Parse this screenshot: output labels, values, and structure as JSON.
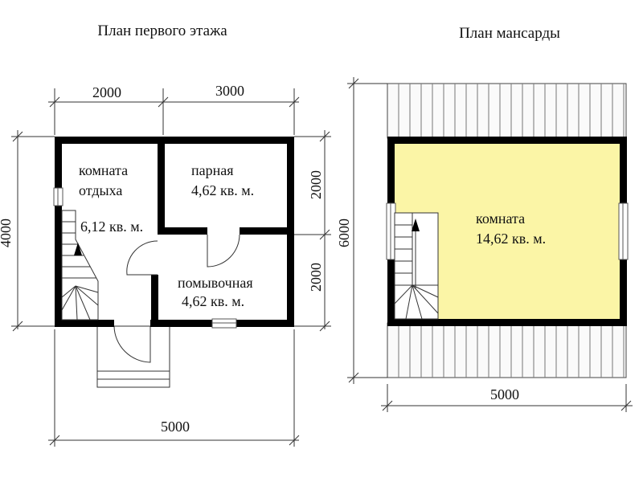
{
  "ground_floor": {
    "title": "План первого этажа",
    "dims": {
      "top_left": "2000",
      "top_right": "3000",
      "left": "4000",
      "right_top": "2000",
      "right_bottom": "2000",
      "bottom": "5000"
    },
    "rooms": {
      "rest": {
        "name_line1": "комната",
        "name_line2": "отдыха",
        "area": "6,12 кв. м."
      },
      "steam": {
        "name": "парная",
        "area": "4,62 кв. м."
      },
      "wash": {
        "name": "помывочная",
        "area": "4,62 кв. м."
      }
    }
  },
  "attic": {
    "title": "План мансарды",
    "dims": {
      "left": "6000",
      "bottom": "5000"
    },
    "room": {
      "name": "комната",
      "area": "14,62 кв. м."
    },
    "room_color": "#fbf5a6"
  }
}
